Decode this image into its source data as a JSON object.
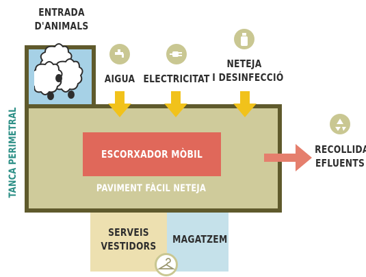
{
  "labels": {
    "entrance": [
      "ENTRADA",
      "D'ANIMALS"
    ],
    "water": "AIGUA",
    "electricity": "ELECTRICITAT",
    "cleaning": [
      "NETEJA",
      "I DESINFECCIÓ"
    ],
    "slaughterhouse": "ESCORXADOR MÒBIL",
    "floor": "PAVIMENT FÀCIL NETEJA",
    "perimeter": "TANCA PERIMETRAL",
    "effluents": [
      "RECOLLIDA",
      "EFLUENTS"
    ],
    "services": [
      "SERVEIS",
      "VESTIDORS"
    ],
    "warehouse": "MAGATZEM"
  },
  "icons": {
    "water": "faucet-icon",
    "electricity": "plug-icon",
    "cleaning": "spray-bottle-icon",
    "effluents": "recycle-icon",
    "services": "hanger-icon",
    "entrance": "sheep-icon"
  },
  "colors": {
    "enclosure_border": "#5f5a2c",
    "enclosure_fill": "#cfcb9b",
    "entrance_fill": "#a6d1e6",
    "slaughterhouse_fill": "#e0685a",
    "effluent_arrow": "#e57f6d",
    "supply_arrow": "#f1c21b",
    "icon_circle": "#c9c792",
    "services_fill": "#ede0b0",
    "warehouse_fill": "#c5e1ea",
    "perimeter_text": "#2c8f86",
    "floor_text": "#ffffff"
  }
}
